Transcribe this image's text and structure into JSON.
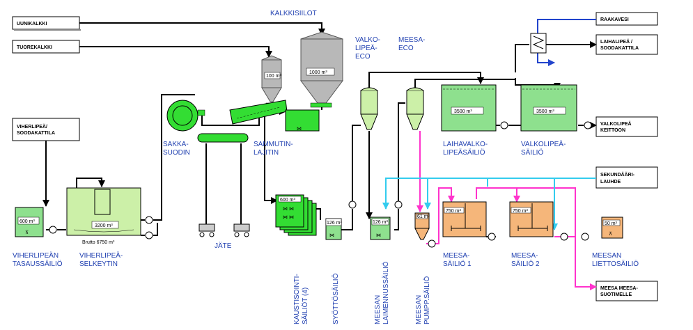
{
  "boxes": {
    "uunikalkki": "UUNIKALKKI",
    "tuorekalkki": "TUOREKALKKI",
    "viherlipea_in_1": "VIHERLIPEÄ/",
    "viherlipea_in_2": "SOODAKATTILA",
    "raakavesi": "RAAKAVESI",
    "laihalipea_1": "LAIHALIPEÄ /",
    "laihalipea_2": "SOODAKATTILA",
    "valkolipea_keittoon_1": "VALKOLIPEÄ",
    "valkolipea_keittoon_2": "KEITTOON",
    "sekundaari_1": "SEKUNDÄÄRI-",
    "sekundaari_2": "LAUHDE",
    "meesa_suotimelle_1": "MEESA MEESA-",
    "meesa_suotimelle_2": "SUOTIMELLE"
  },
  "labels": {
    "kalkkisiilot": "KALKKISIILOT",
    "valkolipea_eco_1": "VALKO-",
    "valkolipea_eco_2": "LIPEÄ-",
    "valkolipea_eco_3": "ECO",
    "meesa_eco_1": "MEESA-",
    "meesa_eco_2": "ECO",
    "sakkasuodin_1": "SAKKA-",
    "sakkasuodin_2": "SUODIN",
    "sammutin_1": "SAMMUTIN-",
    "sammutin_2": "LAJITIN",
    "laihavalko_1": "LAIHAVALKO-",
    "laihavalko_2": "LIPEÄSÄILIÖ",
    "valkolipea_sailio_1": "VALKOLIPEÄ-",
    "valkolipea_sailio_2": "SÄILIÖ",
    "viherlipean_tas_1": "VIHERLIPEÄN",
    "viherlipean_tas_2": "TASAUSSÄILIÖ",
    "viherlipea_selk_1": "VIHERLIPEÄ-",
    "viherlipea_selk_2": "SELKEYTIN",
    "jate": "JÄTE",
    "kaustis_1": "KAUSTISOINTI-",
    "kaustis_2": "SÄILIÖT (4)",
    "syottosailio": "SYÖTTÖSÄILIÖ",
    "meesan_laim_1": "MEESAN",
    "meesan_laim_2": "LAIMENNUSSÄILIÖ",
    "meesan_pump_1": "MEESAN",
    "meesan_pump_2": "PUMPP.SÄILIÖ",
    "meesasailio1_1": "MEESA-",
    "meesasailio1_2": "SÄILIÖ 1",
    "meesasailio2_1": "MEESA-",
    "meesasailio2_2": "SÄILIÖ 2",
    "meesan_liet_1": "MEESAN",
    "meesan_liet_2": "LIETTOSÄILIÖ",
    "brutto": "Brutto  6750  m³"
  },
  "volumes": {
    "silo_small": "100 m³",
    "silo_large": "1000 m³",
    "laihavalko": "3500 m³",
    "valkolipea": "3500 m³",
    "viherlipean_tas": "600 m³",
    "selkeytin": "3200 m³",
    "kaustis": "600 m³",
    "syotto": "126 m³",
    "laimennus": "126 m³",
    "pump": "61 m³",
    "meesa1": "750 m³",
    "meesa2": "750 m³",
    "liet": "50 m³"
  },
  "colors": {
    "green_fill": "#8ee08e",
    "bright_green": "#33dd33",
    "light_green": "#ccf0a8",
    "orange_fill": "#f5b67a",
    "silo_gray": "#b8b8b8",
    "label_blue": "#1f3fb0",
    "magenta": "#ff33cc",
    "cyan": "#33ccee",
    "raw_water_blue": "#2244cc"
  }
}
